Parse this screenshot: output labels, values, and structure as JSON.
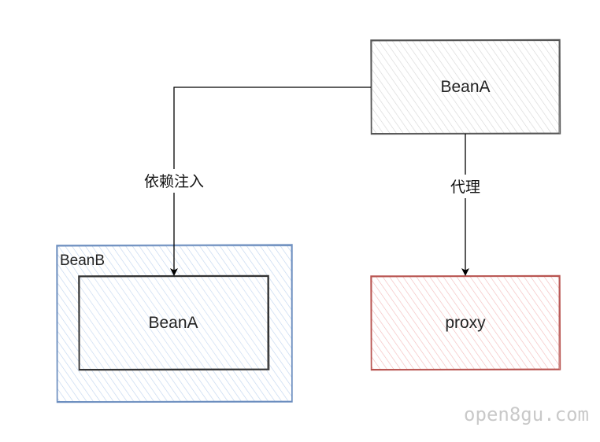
{
  "nodes": {
    "bean_a_top": {
      "label": "BeanA",
      "fill": "#d9d9d9",
      "stroke": "#555555"
    },
    "bean_b_container": {
      "label": "BeanB",
      "fill": "#a9c4eb",
      "stroke": "#6c8ebf"
    },
    "bean_a_inner": {
      "label": "BeanA",
      "fill": "#d9d9d9",
      "stroke": "#333333"
    },
    "proxy": {
      "label": "proxy",
      "fill": "#f0a1a1",
      "stroke": "#b85450"
    }
  },
  "edges": {
    "dependency_injection": {
      "label": "依赖注入"
    },
    "proxy_edge": {
      "label": "代理"
    }
  },
  "watermark": {
    "text": "open8gu.com"
  }
}
